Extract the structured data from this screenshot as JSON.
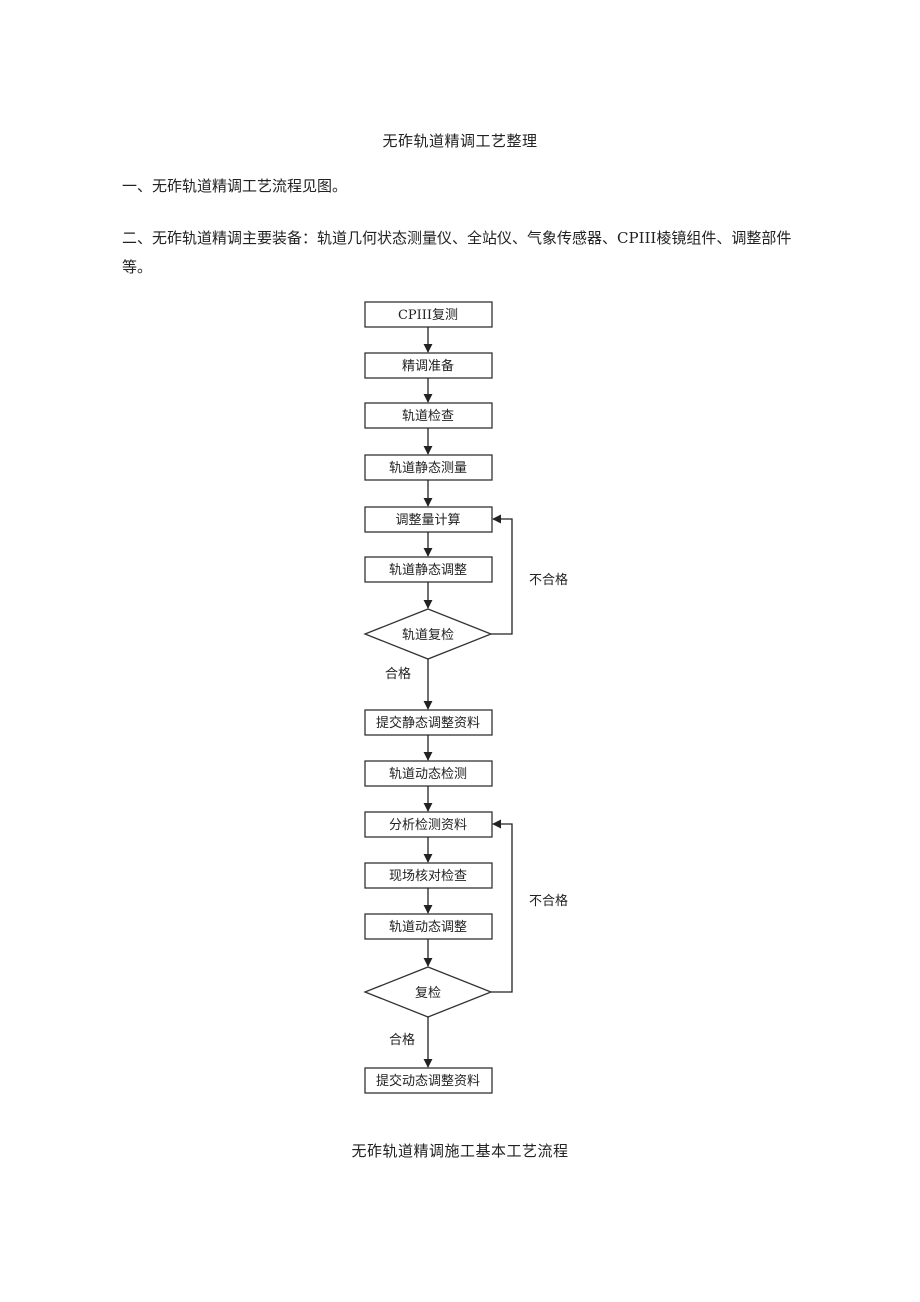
{
  "document": {
    "title": "无砟轨道精调工艺整理",
    "paragraph_1": "一、无砟轨道精调工艺流程见图。",
    "paragraph_2": "二、无砟轨道精调主要装备：轨道几何状态测量仪、全站仪、气象传感器、CPIII棱镜组件、调整部件等。",
    "caption": "无砟轨道精调施工基本工艺流程"
  },
  "flowchart": {
    "steps": {
      "s1": "CPIII复测",
      "s2": "精调准备",
      "s3": "轨道检查",
      "s4": "轨道静态测量",
      "s5": "调整量计算",
      "s6": "轨道静态调整",
      "d1": "轨道复检",
      "s7": "提交静态调整资料",
      "s8": "轨道动态检测",
      "s9": "分析检测资料",
      "s10": "现场核对检查",
      "s11": "轨道动态调整",
      "d2": "复检",
      "s12": "提交动态调整资料"
    },
    "labels": {
      "fail_1": "不合格",
      "pass_1": "合格",
      "fail_2": "不合格",
      "pass_2": "合格"
    }
  }
}
